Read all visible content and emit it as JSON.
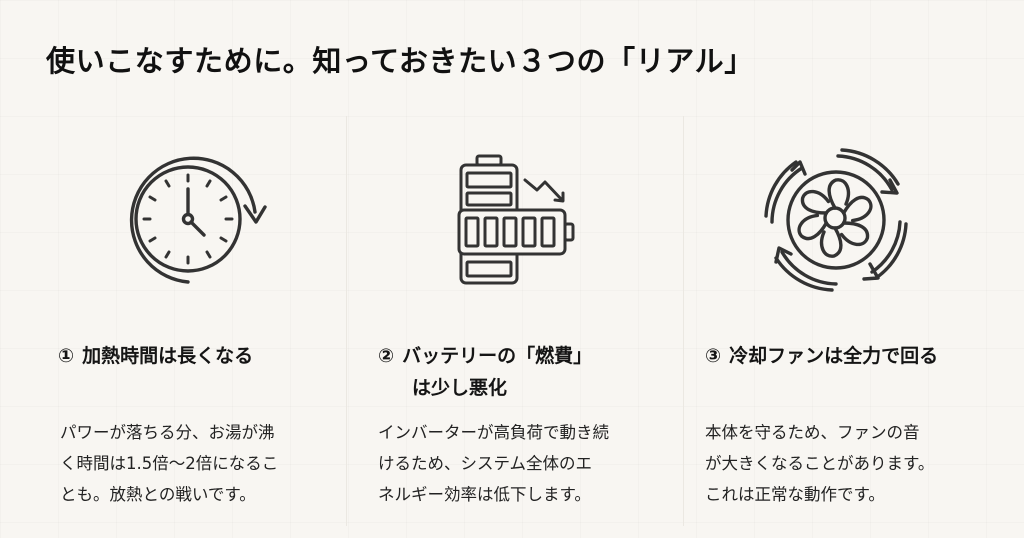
{
  "title": "使いこなすために。知っておきたい３つの「リアル」",
  "colors": {
    "background": "#f8f6f2",
    "icon_stroke": "#333333",
    "text": "#1a1a1a"
  },
  "cards": [
    {
      "icon": "clock-with-arrow-icon",
      "number": "①",
      "heading": [
        "加熱時間は長くなる"
      ],
      "body": [
        "パワーが落ちる分、お湯が沸",
        "く時間は1.5倍〜2倍になるこ",
        "とも。放熱との戦いです。"
      ]
    },
    {
      "icon": "battery-drain-icon",
      "number": "②",
      "heading": [
        "バッテリーの「燃費」",
        "は少し悪化"
      ],
      "body": [
        "インバーターが高負荷で動き続",
        "けるため、システム全体のエ",
        "ネルギー効率は低下します。"
      ]
    },
    {
      "icon": "cooling-fan-icon",
      "number": "③",
      "heading": [
        "冷却ファンは全力で回る"
      ],
      "body": [
        "本体を守るため、ファンの音",
        "が大きくなることがあります。",
        "これは正常な動作です。"
      ]
    }
  ]
}
